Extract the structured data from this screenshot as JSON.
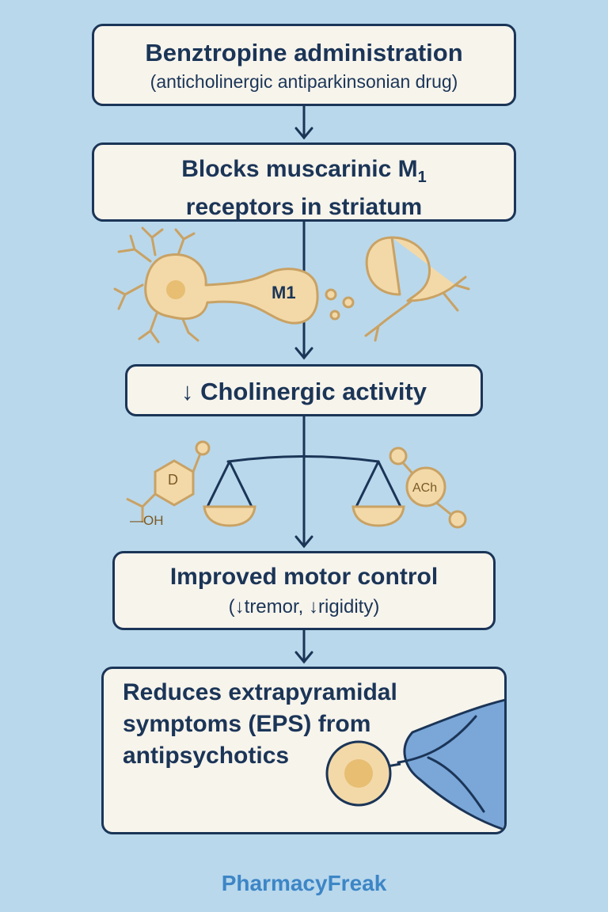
{
  "steps": {
    "administration": {
      "title": "Benztropine administration",
      "subtitle": "(anticholinergic antiparkinsonian drug)"
    },
    "receptor_block": {
      "title_line1": "Blocks muscarinic M",
      "title_sub": "1",
      "title_line2": "receptors in striatum"
    },
    "cholinergic": {
      "title": "↓ Cholinergic activity"
    },
    "motor": {
      "title": "Improved motor control",
      "subtitle": "(↓tremor, ↓rigidity)"
    },
    "eps": {
      "title": "Reduces extrapyramidal symptoms (EPS) from antipsychotics"
    }
  },
  "labels": {
    "receptor": "M1",
    "dopamine": "D",
    "hydroxyl": "—OH",
    "acetylcholine": "ACh"
  },
  "brand": "PharmacyFreak",
  "colors": {
    "background": "#b9d8ec",
    "box_fill": "#f7f4ec",
    "navy": "#1b3557",
    "neuron_fill": "#f3d9a8",
    "neuron_stroke": "#c9a264",
    "vessel_fill": "#7aa6d8",
    "brand": "#3d86c6"
  },
  "icons": [
    "down-arrow-icon",
    "neuron-icon",
    "balance-scale-icon",
    "molecule-icon",
    "cell-icon",
    "vessel-icon"
  ]
}
